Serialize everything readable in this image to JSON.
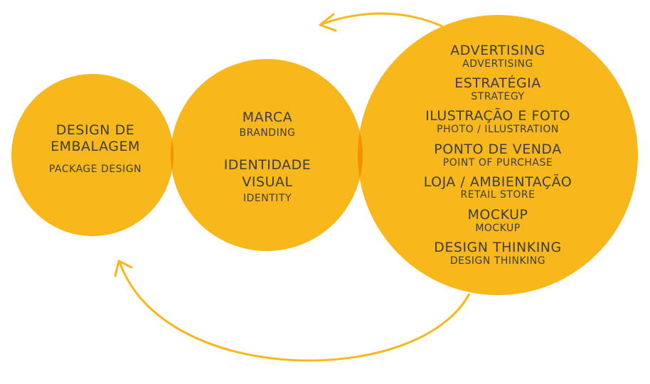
{
  "colors": {
    "circle": "#F8B81C",
    "overlap": "#F39200",
    "arrow": "#F8B81C",
    "text": "#3D3D3D"
  },
  "circle_1": {
    "title_line1": "DESIGN DE",
    "title_line2": "EMBALAGEM",
    "subtitle": "PACKAGE DESIGN"
  },
  "circle_2": {
    "item1_title": "MARCA",
    "item1_subtitle": "BRANDING",
    "item2_title_line1": "IDENTIDADE",
    "item2_title_line2": "VISUAL",
    "item2_subtitle": "IDENTITY"
  },
  "circle_3": {
    "items": [
      {
        "title": "ADVERTISING",
        "subtitle": "ADVERTISING"
      },
      {
        "title": "ESTRATÉGIA",
        "subtitle": "STRATEGY"
      },
      {
        "title": "ILUSTRAÇÃO E FOTO",
        "subtitle": "PHOTO / ILLUSTRATION"
      },
      {
        "title": "PONTO DE VENDA",
        "subtitle": "POINT OF PURCHASE"
      },
      {
        "title": "LOJA / AMBIENTAÇÃO",
        "subtitle": "RETAIL STORE"
      },
      {
        "title": "MOCKUP",
        "subtitle": "MOCKUP"
      },
      {
        "title": "DESIGN THINKING",
        "subtitle": "DESIGN THINKING"
      }
    ]
  },
  "icons": {
    "top_arrow": "arrow-head-left",
    "bottom_arrow": "arrow-head-up"
  }
}
